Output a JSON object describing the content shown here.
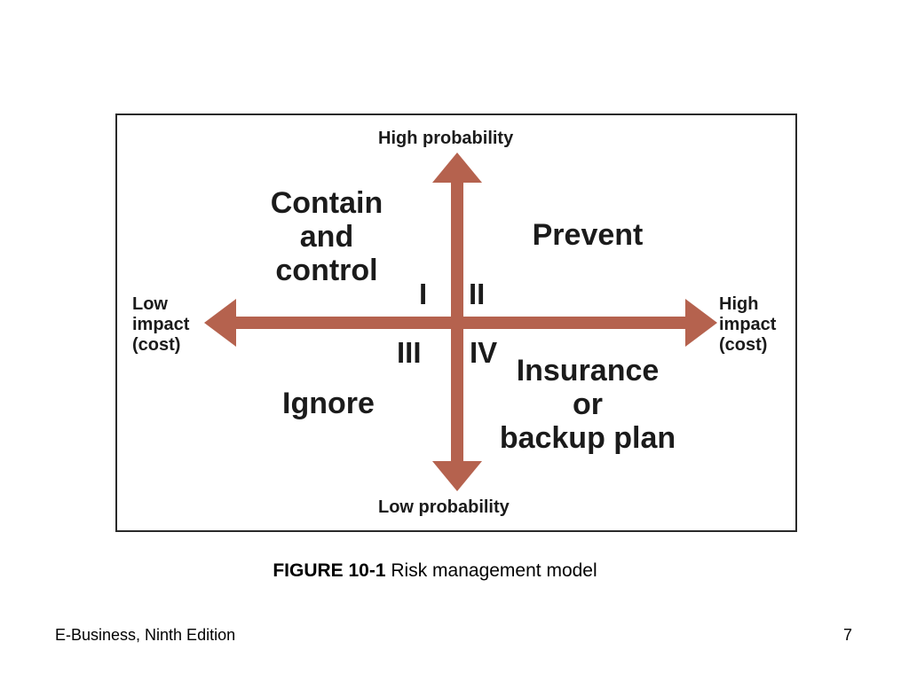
{
  "diagram": {
    "axes": {
      "top": "High probability",
      "bottom": "Low probability",
      "left": [
        "Low",
        "impact",
        "(cost)"
      ],
      "right": [
        "High",
        "impact",
        "(cost)"
      ]
    },
    "quadrants": [
      {
        "numeral": "I",
        "lines": [
          "Contain",
          "and",
          "control"
        ]
      },
      {
        "numeral": "II",
        "lines": [
          "Prevent"
        ]
      },
      {
        "numeral": "III",
        "lines": [
          "Ignore"
        ]
      },
      {
        "numeral": "IV",
        "lines": [
          "Insurance",
          "or",
          "backup plan"
        ]
      }
    ],
    "arrow_color": "#b5624e"
  },
  "caption": {
    "figure_number": "FIGURE 10-1",
    "title": "Risk management model"
  },
  "footer": {
    "book_title": "E-Business, Ninth Edition",
    "page_number": "7"
  }
}
